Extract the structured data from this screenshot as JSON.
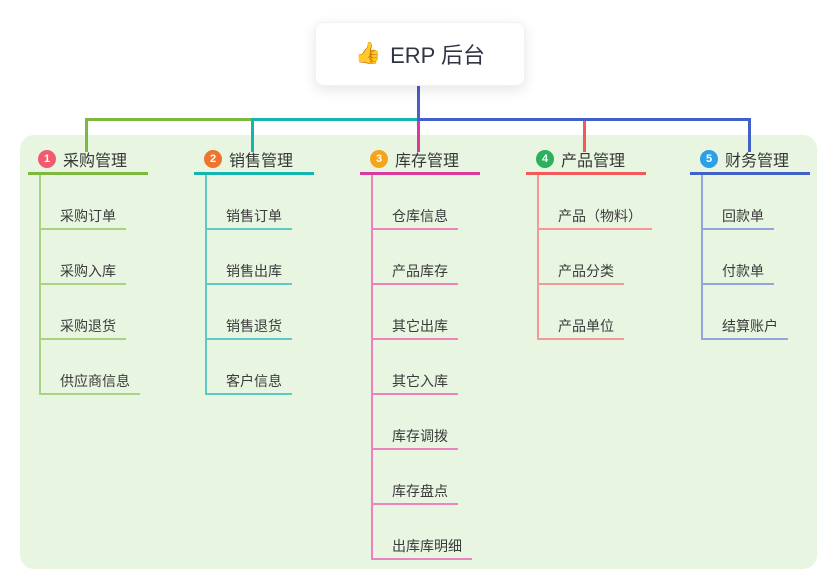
{
  "root": {
    "emoji": "👍",
    "label": "ERP 后台"
  },
  "branches": [
    {
      "num": "1",
      "title": "采购管理",
      "badge_color": "#f25b6e",
      "line_color": "#7cb93e",
      "child_line_color": "#a9d285",
      "children": [
        "采购订单",
        "采购入库",
        "采购退货",
        "供应商信息"
      ]
    },
    {
      "num": "2",
      "title": "销售管理",
      "badge_color": "#f0742f",
      "line_color": "#13b5b1",
      "child_line_color": "#5fc9c6",
      "children": [
        "销售订单",
        "销售出库",
        "销售退货",
        "客户信息"
      ]
    },
    {
      "num": "3",
      "title": "库存管理",
      "badge_color": "#f7a41d",
      "line_color": "#da3a9c",
      "child_line_color": "#ee82bd",
      "children": [
        "仓库信息",
        "产品库存",
        "其它出库",
        "其它入库",
        "库存调拨",
        "库存盘点",
        "出库库明细"
      ]
    },
    {
      "num": "4",
      "title": "产品管理",
      "badge_color": "#2bb05c",
      "line_color": "#f25a5a",
      "child_line_color": "#f59898",
      "children": [
        "产品（物料）",
        "产品分类",
        "产品单位"
      ]
    },
    {
      "num": "5",
      "title": "财务管理",
      "badge_color": "#2ba0e8",
      "line_color": "#4161c8",
      "child_line_color": "#93a6dc",
      "children": [
        "回款单",
        "付款单",
        "结算账户"
      ]
    }
  ],
  "canvas": {
    "background": "#ffffff",
    "panel_color": "#e7f5e1",
    "root_connector_color": "#4a5fc8"
  }
}
